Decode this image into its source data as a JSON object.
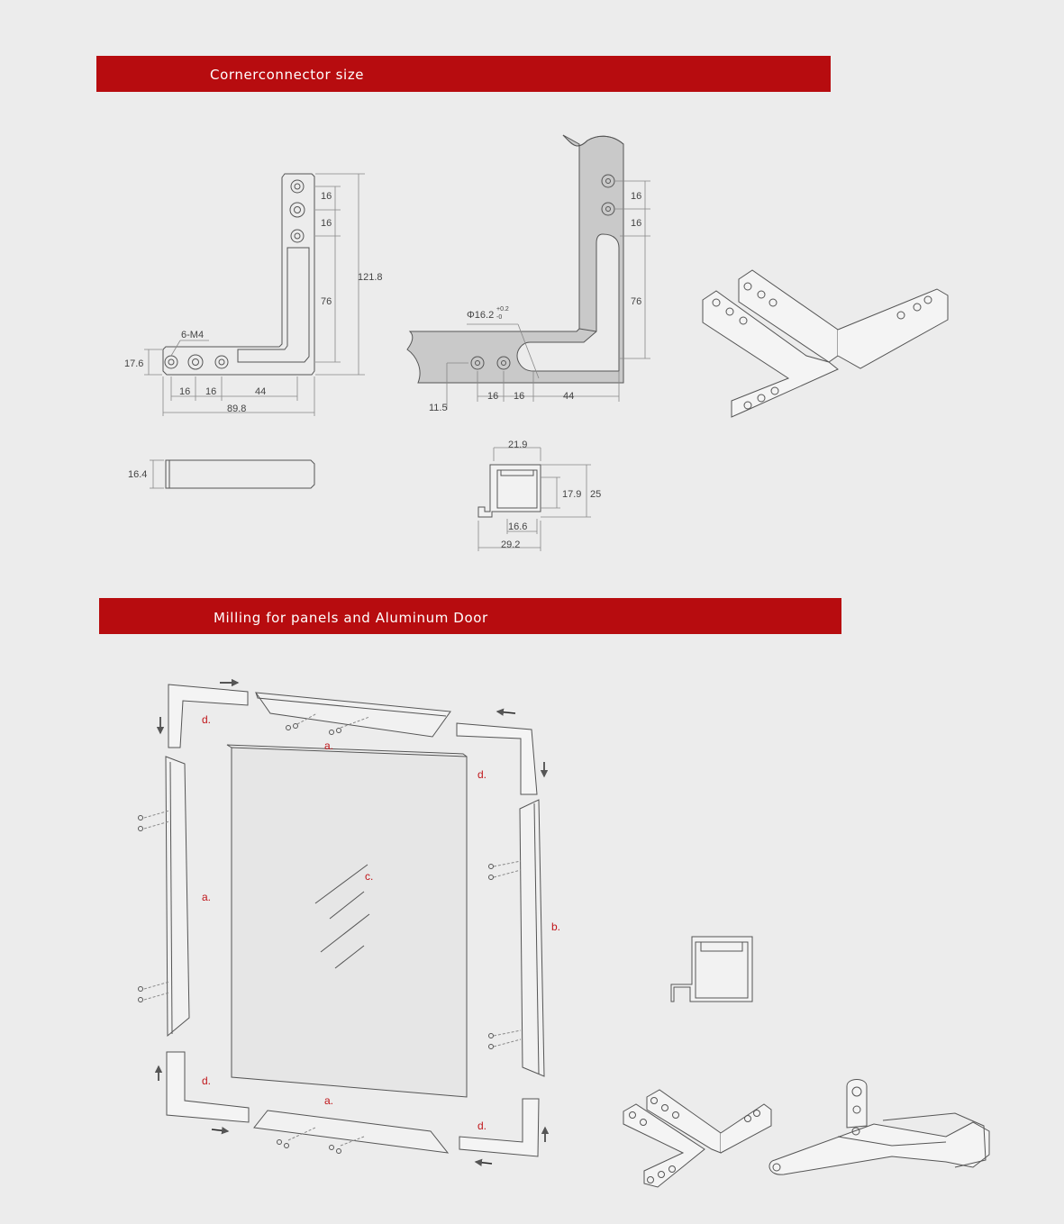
{
  "sections": {
    "corner_title": "Cornerconnector size",
    "milling_title": "Milling for panels and Aluminum Door"
  },
  "dims": {
    "d16a": "16",
    "d16b": "16",
    "d121": "121.8",
    "d76": "76",
    "d6m4": "6-M4",
    "d176": "17.6",
    "d16c": "16",
    "d16d": "16",
    "d44": "44",
    "d898": "89.8",
    "d164": "16.4",
    "r16a": "16",
    "r16b": "16",
    "r76": "76",
    "phi": "Φ16.2",
    "tol_up": "+0.2",
    "tol_dn": "-0",
    "r115": "11.5",
    "r16c": "16",
    "r16d": "16",
    "r44": "44",
    "p219": "21.9",
    "p179": "17.9",
    "p25": "25",
    "p166": "16.6",
    "p292": "29.2"
  },
  "labels": {
    "a_top": "a.",
    "d_tl": "d.",
    "d_tr": "d.",
    "a_left": "a.",
    "c": "c.",
    "b": "b.",
    "d_bl": "d.",
    "a_bottom": "a.",
    "d_br": "d."
  },
  "colors": {
    "banner": "#b70c0f",
    "background": "#ececec",
    "label": "#c0161a",
    "hatch": "#c8c8c8"
  }
}
